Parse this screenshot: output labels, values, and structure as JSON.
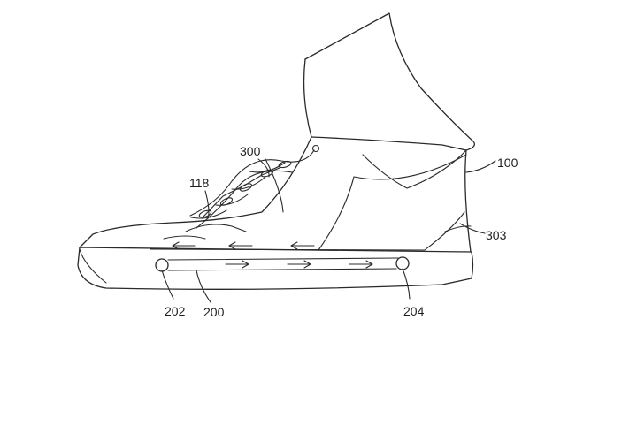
{
  "figure": {
    "labels": {
      "ref_100": "100",
      "ref_118": "118",
      "ref_300": "300",
      "ref_303": "303",
      "ref_202": "202",
      "ref_200": "200",
      "ref_204": "204"
    }
  }
}
